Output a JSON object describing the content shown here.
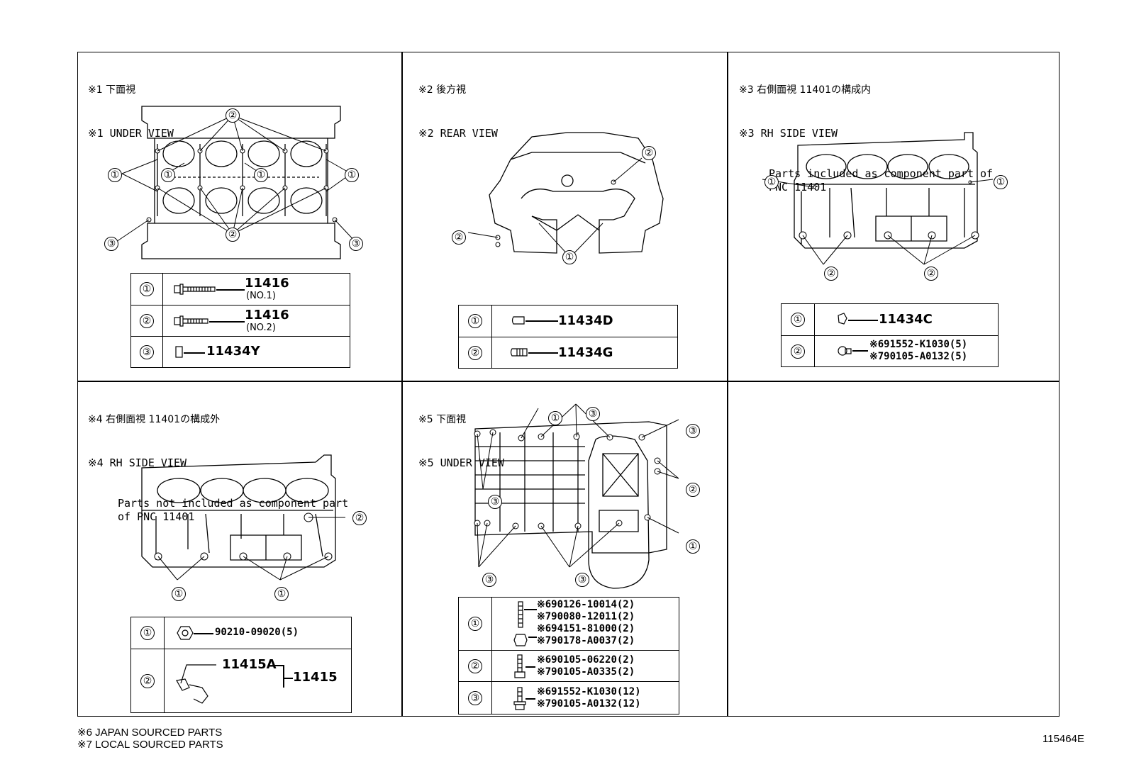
{
  "panels": [
    {
      "jp": "※1 下面視",
      "en": "※1 UNDER VIEW",
      "note": ""
    },
    {
      "jp": "※2 後方視",
      "en": "※2 REAR VIEW",
      "note": ""
    },
    {
      "jp": "※3 右側面視 11401の構成内",
      "en": "※3 RH SIDE VIEW",
      "note": "Parts included as component part of\nPNC 11401"
    },
    {
      "jp": "※4 右側面視 11401の構成外",
      "en": "※4 RH SIDE VIEW",
      "note": "Parts not included as component part\nof PNC 11401"
    },
    {
      "jp": "※5 下面視",
      "en": "※5 UNDER VIEW",
      "note": ""
    }
  ],
  "callouts": [
    "①",
    "②",
    "③"
  ],
  "tables": {
    "t1": {
      "rows": [
        {
          "num": "①",
          "pn": "11416",
          "sub": "(NO.1)"
        },
        {
          "num": "②",
          "pn": "11416",
          "sub": "(NO.2)"
        },
        {
          "num": "③",
          "pn": "11434Y"
        }
      ]
    },
    "t2": {
      "rows": [
        {
          "num": "①",
          "pn": "11434D"
        },
        {
          "num": "②",
          "pn": "11434G"
        }
      ]
    },
    "t3": {
      "rows": [
        {
          "num": "①",
          "pn": "11434C"
        },
        {
          "num": "②",
          "lines": [
            "※691552-K1030(5)",
            "※790105-A0132(5)"
          ]
        }
      ]
    },
    "t4": {
      "rows": [
        {
          "num": "①",
          "pn": "90210-09020(5)"
        },
        {
          "num": "②",
          "pn_a": "11415A",
          "pn_b": "11415"
        }
      ]
    },
    "t5": {
      "rows": [
        {
          "num": "①",
          "lines": [
            "※690126-10014(2)",
            "※790080-12011(2)",
            "※694151-81000(2)",
            "※790178-A0037(2)"
          ]
        },
        {
          "num": "②",
          "lines": [
            "※690105-06220(2)",
            "※790105-A0335(2)"
          ]
        },
        {
          "num": "③",
          "lines": [
            "※691552-K1030(12)",
            "※790105-A0132(12)"
          ]
        }
      ]
    }
  },
  "footer": {
    "line1": "※6 JAPAN SOURCED PARTS",
    "line2": "※7 LOCAL SOURCED PARTS",
    "code": "115464E"
  }
}
